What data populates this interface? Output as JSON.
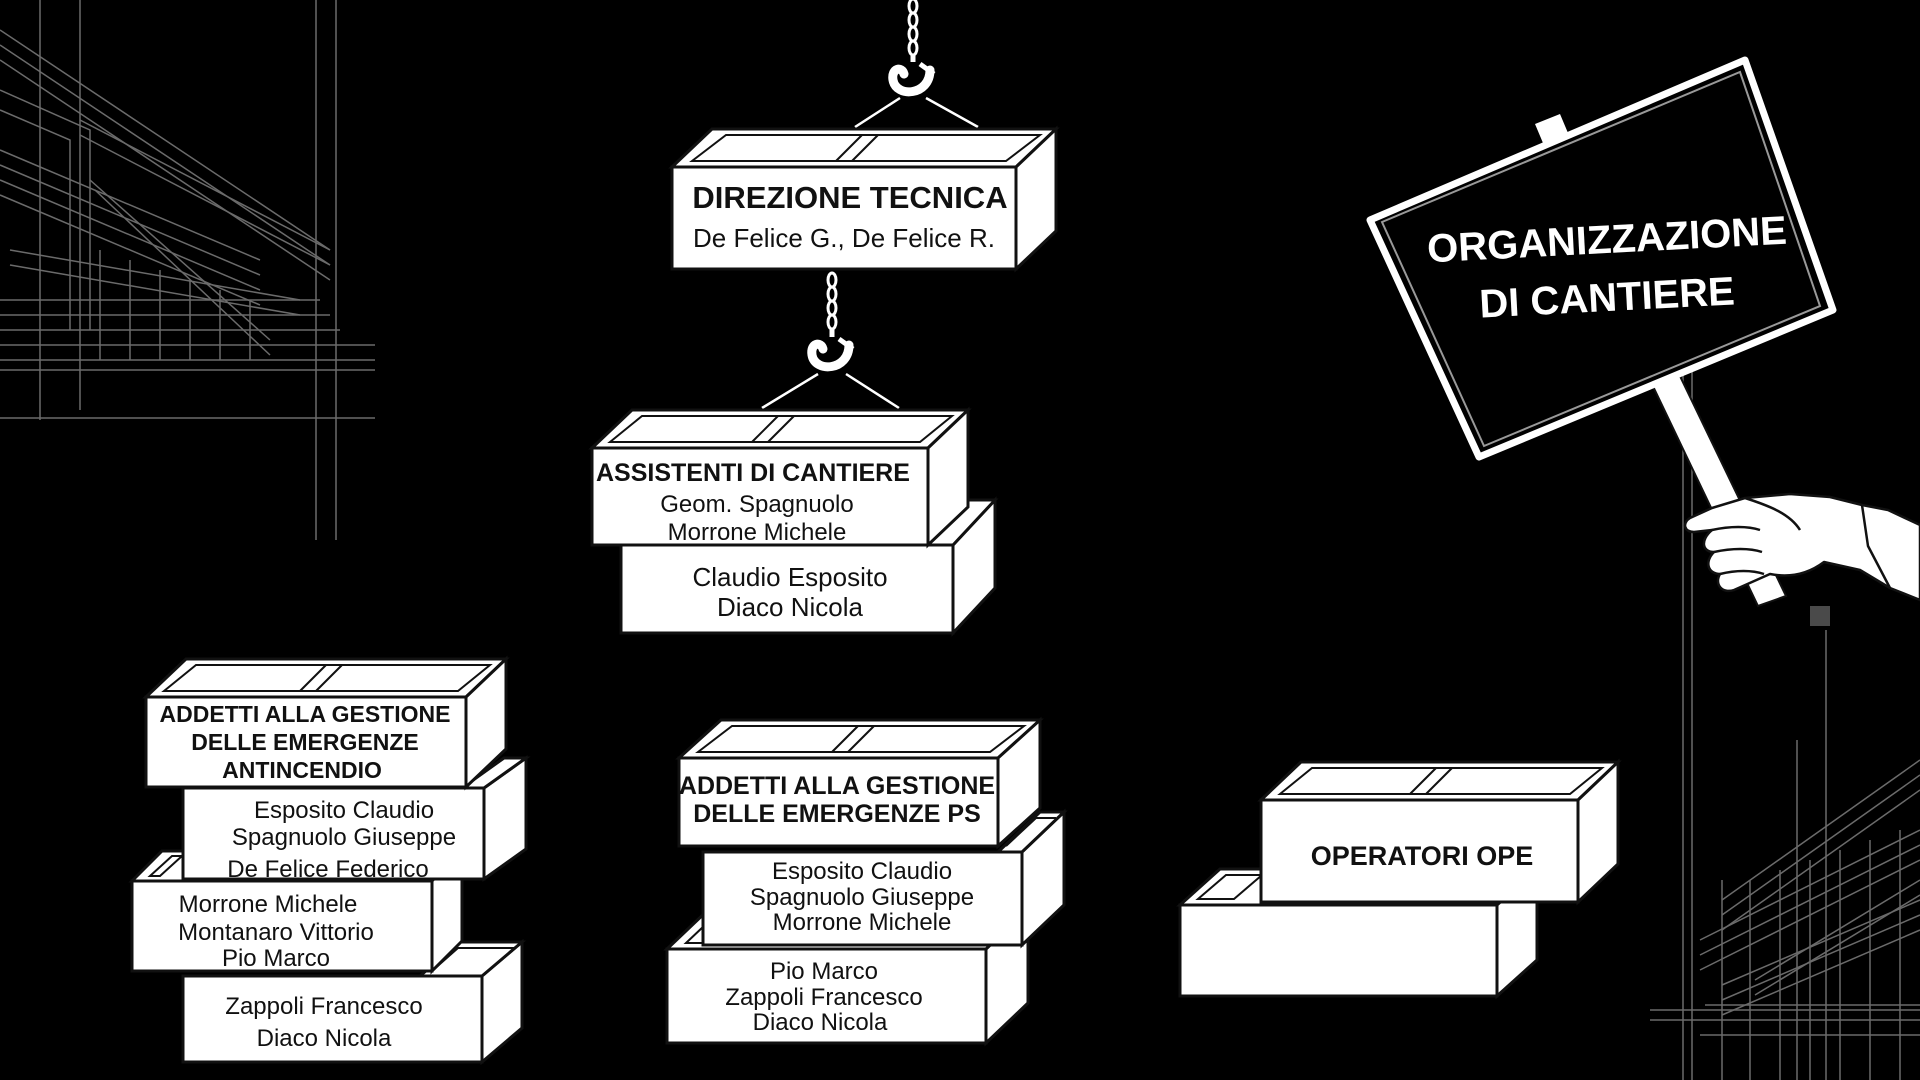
{
  "direzione_tecnica": {
    "title": "DIREZIONE TECNICA",
    "members": "De Felice G., De Felice R."
  },
  "assistenti": {
    "title": "ASSISTENTI DI CANTIERE",
    "members": [
      "Geom. Spagnuolo",
      "Morrone Michele",
      "Claudio Esposito",
      "Diaco Nicola"
    ]
  },
  "antincendio": {
    "title_lines": [
      "ADDETTI ALLA GESTIONE",
      "DELLE EMERGENZE",
      "ANTINCENDIO"
    ],
    "members": [
      "Esposito Claudio",
      "Spagnuolo Giuseppe",
      "De Felice Federico",
      "Morrone Michele",
      "Montanaro Vittorio",
      "Pio Marco",
      "Zappoli Francesco",
      "Diaco Nicola"
    ]
  },
  "ps": {
    "title_lines": [
      "ADDETTI ALLA GESTIONE",
      "DELLE EMERGENZE PS"
    ],
    "members": [
      "Esposito Claudio",
      "Spagnuolo Giuseppe",
      "Morrone Michele",
      "Pio Marco",
      "Zappoli Francesco",
      "Diaco Nicola"
    ]
  },
  "operatori": {
    "title": "OPERATORI OPE"
  },
  "sign": {
    "lines": [
      "ORGANIZZAZIONE",
      "DI CANTIERE"
    ]
  },
  "colors": {
    "background": "#000000",
    "block_fill": "#ffffff",
    "outline": "#111111",
    "wireframe": "#6b6b6b"
  },
  "icons": {
    "hook": "crane-hook-icon",
    "hand": "hand-holding-sign-icon"
  }
}
